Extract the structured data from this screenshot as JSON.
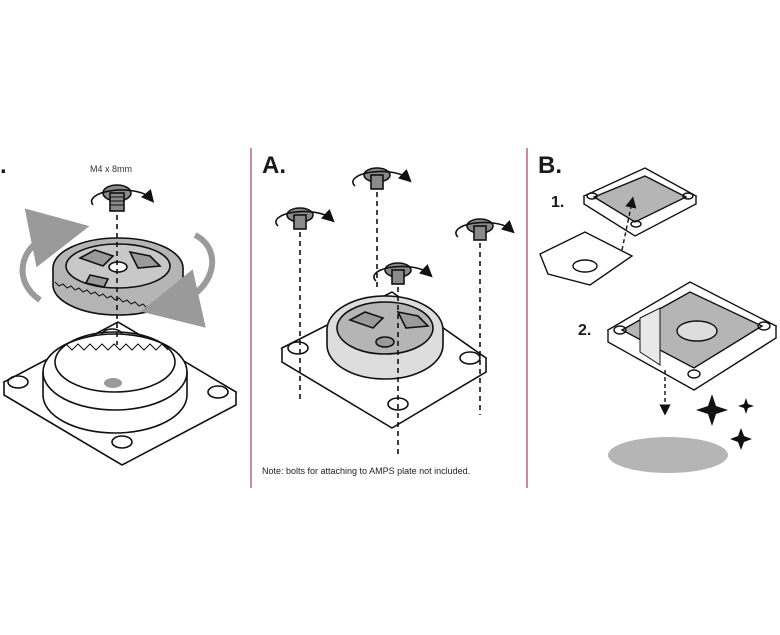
{
  "panel1": {
    "step_label": ".",
    "bolt_spec": "M4 x 8mm"
  },
  "panel2": {
    "step_label": "A.",
    "note": "Note: bolts for attaching to AMPS plate not included."
  },
  "panel3": {
    "step_label": "B.",
    "substep_1": "1.",
    "substep_2": "2."
  },
  "colors": {
    "divider": "#c98aa6",
    "part_fill": "#b5b5b5",
    "line": "#111111"
  }
}
